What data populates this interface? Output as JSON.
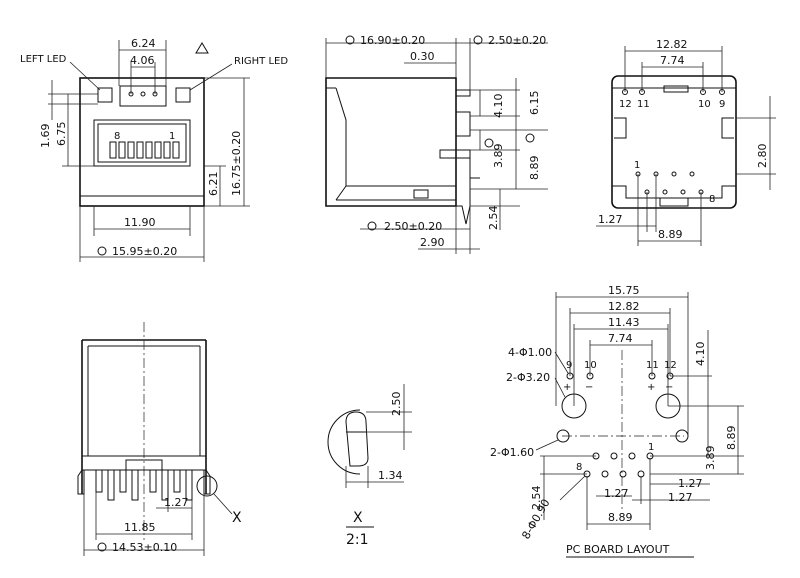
{
  "front_view": {
    "left_led": "LEFT LED",
    "right_led": "RIGHT LED",
    "pin_8": "8",
    "pin_1": "1",
    "dim_6_24": "6.24",
    "dim_4_06": "4.06",
    "dim_1_69": "1.69",
    "dim_6_75": "6.75",
    "dim_6_21": "6.21",
    "dim_16_75": "16.75±0.20",
    "dim_11_90": "11.90",
    "dim_15_95": "15.95±0.20"
  },
  "side_view": {
    "dim_16_90": "16.90±0.20",
    "dim_2_50_top": "2.50±0.20",
    "dim_0_30": "0.30",
    "dim_4_10": "4.10",
    "dim_6_15": "6.15",
    "dim_3_89": "3.89",
    "dim_8_89": "8.89",
    "dim_2_54": "2.54",
    "dim_2_50_bottom": "2.50±0.20",
    "dim_2_90": "2.90"
  },
  "bottom_view": {
    "dim_12_82": "12.82",
    "dim_7_74": "7.74",
    "pin_12": "12",
    "pin_11": "11",
    "pin_10": "10",
    "pin_9": "9",
    "pin_1": "1",
    "pin_8": "8",
    "dim_2_80": "2.80",
    "dim_1_27": "1.27",
    "dim_8_89": "8.89"
  },
  "rear_view": {
    "dim_1_27": "1.27",
    "dim_11_85": "11.85",
    "dim_14_53": "14.53±0.10",
    "detail_marker": "X"
  },
  "detail_x": {
    "dim_2_50": "2.50",
    "dim_1_34": "1.34",
    "label": "X",
    "scale": "2:1"
  },
  "pcb_layout": {
    "dim_15_75": "15.75",
    "dim_12_82": "12.82",
    "dim_11_43": "11.43",
    "dim_7_74": "7.74",
    "dim_4_10": "4.10",
    "hole_4x_1_00": "4-Φ1.00",
    "hole_2x_3_20": "2-Φ3.20",
    "hole_2x_1_60": "2-Φ1.60",
    "hole_8x_0_90": "8-Φ0.90",
    "pin_9": "9",
    "pin_10": "10",
    "pin_11": "11",
    "pin_12": "12",
    "pin_8": "8",
    "pin_1": "1",
    "dim_3_89": "3.89",
    "dim_8_89": "8.89",
    "dim_2_54": "2.54",
    "dim_1_27_a": "1.27",
    "dim_1_27_b": "1.27",
    "dim_1_27_c": "1.27",
    "dim_8_89_bottom": "8.89",
    "title": "PC BOARD LAYOUT"
  }
}
